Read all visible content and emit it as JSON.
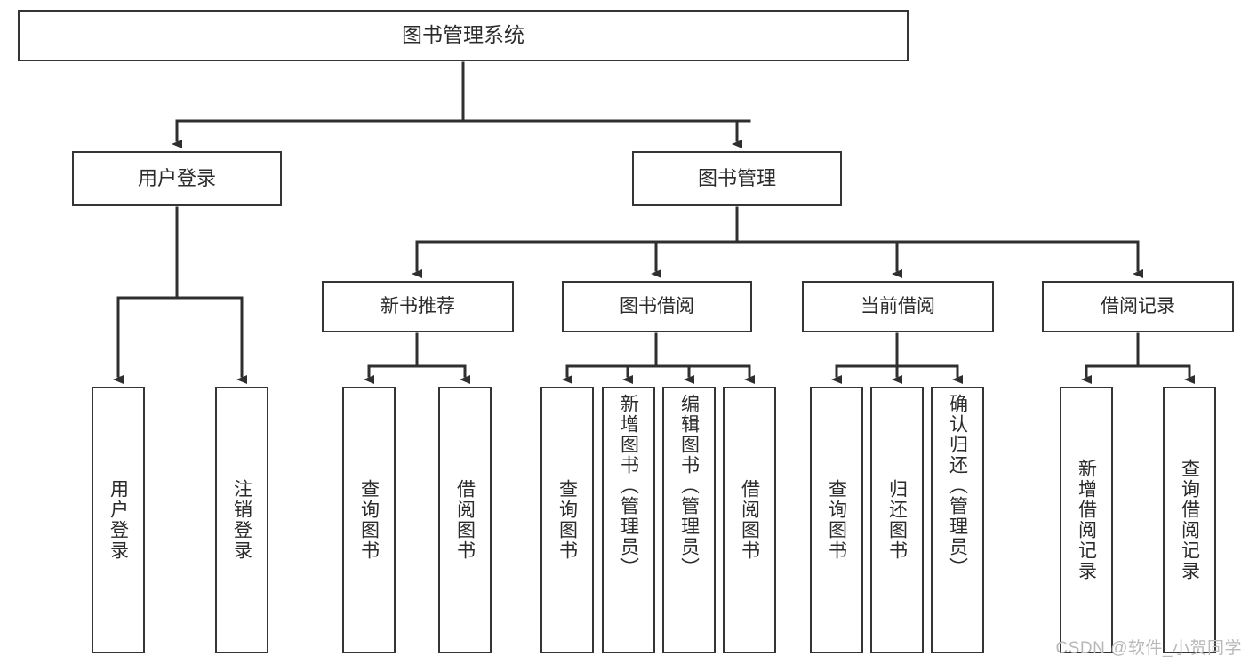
{
  "diagram": {
    "type": "tree-hierarchy-chart",
    "title": "图书管理系统",
    "orientation": "top-down",
    "colors": {
      "box_border": "#353535",
      "box_fill": "#ffffff",
      "edge": "#2f2f2f",
      "text": "#2b2b2b",
      "watermark": "#b9b9b9",
      "background": "#ffffff"
    },
    "root": {
      "label": "图书管理系统"
    },
    "level1": [
      {
        "label": "用户登录"
      },
      {
        "label": "图书管理"
      }
    ],
    "level2": [
      {
        "label": "新书推荐"
      },
      {
        "label": "图书借阅"
      },
      {
        "label": "当前借阅"
      },
      {
        "label": "借阅记录"
      }
    ],
    "leaves": {
      "user_login": [
        {
          "label": "用户登录"
        },
        {
          "label": "注销登录"
        }
      ],
      "new_book_recommend": [
        {
          "label": "查询图书"
        },
        {
          "label": "借阅图书"
        }
      ],
      "book_borrow": [
        {
          "label": "查询图书"
        },
        {
          "label": "新增图书（管理员）"
        },
        {
          "label": "编辑图书（管理员）"
        },
        {
          "label": "借阅图书"
        }
      ],
      "current_borrow": [
        {
          "label": "查询图书"
        },
        {
          "label": "归还图书"
        },
        {
          "label": "确认归还（管理员）"
        }
      ],
      "borrow_record": [
        {
          "label": "新增借阅记录"
        },
        {
          "label": "查询借阅记录"
        }
      ]
    }
  },
  "watermark": {
    "text": "CSDN @软件_小贺同学"
  }
}
